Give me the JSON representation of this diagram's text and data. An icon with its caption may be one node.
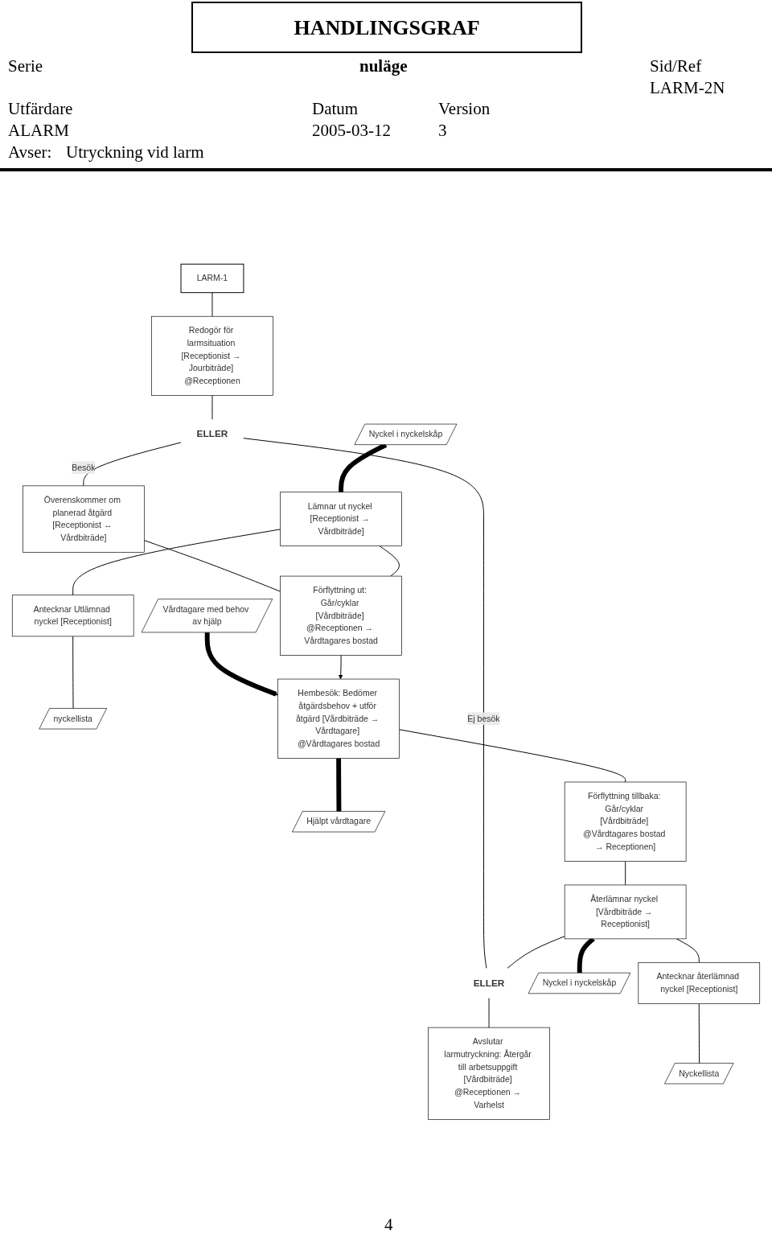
{
  "diagram": {
    "title": "HANDLINGSGRAF",
    "nodes": [
      {
        "text": [
          "LARM-1"
        ]
      },
      {
        "text": [
          "Redogör för larmsituation [Receptionist → Jourbiträde] @Receptionen"
        ]
      },
      {
        "text": [
          "ELLER"
        ]
      },
      {
        "text": [
          "Överenskommer om planerad åtgärd [Receptionist ↔ Vårdbiträde]"
        ]
      },
      {
        "text": [
          "Nyckel i nyckelskåp"
        ]
      },
      {
        "text": [
          "Lämnar ut nyckel [Receptionist → Vårdbiträde]"
        ]
      },
      {
        "text": [
          "Vårdtagare med behov av hjälp"
        ]
      },
      {
        "text": [
          "Förflyttning ut: Går/cyklar [Vårdbiträde] @Receptionen → Vårdtagares bostad"
        ]
      },
      {
        "text": [
          "Antecknar Utlämnad nyckel [Receptionist]"
        ]
      },
      {
        "text": [
          "nyckellista"
        ]
      },
      {
        "text": [
          "Hembesök: Bedömer åtgärdsbehov + utför åtgärd [Vårdbiträde → Vårdtagare] @Vårdtagares bostad"
        ]
      },
      {
        "text": [
          "Hjälpt vårdtagare"
        ]
      },
      {
        "text": [
          "Förflyttning tillbaka: Går/cyklar [Vårdbiträde] @Vårdtagares bostad → Receptionen]"
        ]
      },
      {
        "text": [
          "Återlämnar nyckel [Vårdbiträde → Receptionist]"
        ]
      },
      {
        "text": [
          "ELLER"
        ]
      },
      {
        "text": [
          "Avslutar larmutryckning: Återgår till arbetsuppgift [Vårdbiträde] @Receptionen → Varhelst"
        ]
      },
      {
        "text": [
          "Nyckel i nyckelskåp"
        ]
      },
      {
        "text": [
          "Antecknar återlämnad nyckel [Receptionist]"
        ]
      },
      {
        "text": [
          "Nyckellista"
        ]
      }
    ],
    "edges": [
      {
        "from": 0,
        "to": 1,
        "arrow": "none"
      },
      {
        "from": 1,
        "to": 2,
        "arrow": "none"
      },
      {
        "from": 2,
        "to": 3,
        "arrow": "none",
        "label": "Besök"
      },
      {
        "from": 2,
        "to": 14,
        "arrow": "none",
        "label": "Ej besök"
      },
      {
        "from": 4,
        "to": 5,
        "arrow": "none",
        "style": "thick"
      },
      {
        "from": 3,
        "to": 7,
        "arrow": "none"
      },
      {
        "from": 5,
        "to": 7,
        "arrow": "none"
      },
      {
        "from": 5,
        "to": 8,
        "arrow": "none"
      },
      {
        "from": 8,
        "to": 9,
        "arrow": "none"
      },
      {
        "from": 6,
        "to": 10,
        "arrow": "to",
        "style": "thick"
      },
      {
        "from": 7,
        "to": 10,
        "arrow": "to"
      },
      {
        "from": 10,
        "to": 11,
        "arrow": "none",
        "style": "thick"
      },
      {
        "from": 10,
        "to": 12,
        "arrow": "none"
      },
      {
        "from": 12,
        "to": 13,
        "arrow": "none"
      },
      {
        "from": 13,
        "to": 14,
        "arrow": "none"
      },
      {
        "from": 13,
        "to": 16,
        "arrow": "none",
        "style": "thick"
      },
      {
        "from": 13,
        "to": 17,
        "arrow": "none"
      },
      {
        "from": 17,
        "to": 18,
        "arrow": "none"
      },
      {
        "from": 14,
        "to": 15,
        "arrow": "none"
      }
    ],
    "labels": [
      "Serie",
      "nuläge",
      "Sid/Ref",
      "LARM-2N",
      "Utfärdare",
      "Datum",
      "Version",
      "ALARM",
      "2005-03-12",
      "3",
      "Avser:",
      "Utryckning vid larm",
      "4"
    ]
  }
}
